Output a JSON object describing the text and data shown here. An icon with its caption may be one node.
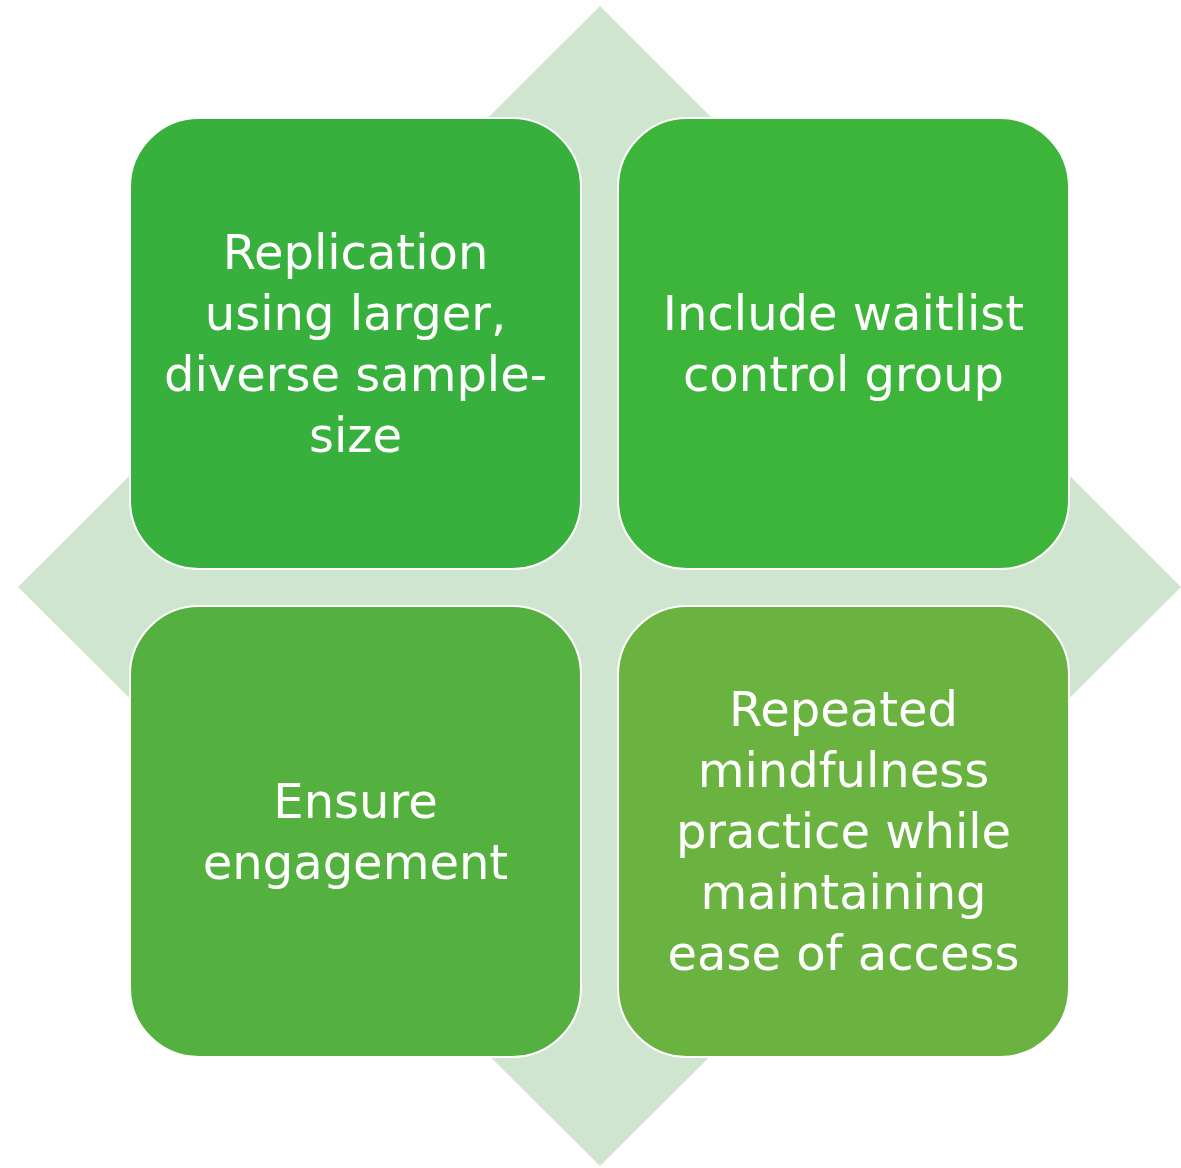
{
  "diagram": {
    "nodes": [
      {
        "text": [
          "Replication using larger, diverse sample-size"
        ]
      },
      {
        "text": [
          "Include waitlist control group"
        ]
      },
      {
        "text": [
          "Ensure engagement"
        ]
      },
      {
        "text": [
          "Repeated mindfulness practice while maintaining ease of access"
        ]
      }
    ]
  }
}
